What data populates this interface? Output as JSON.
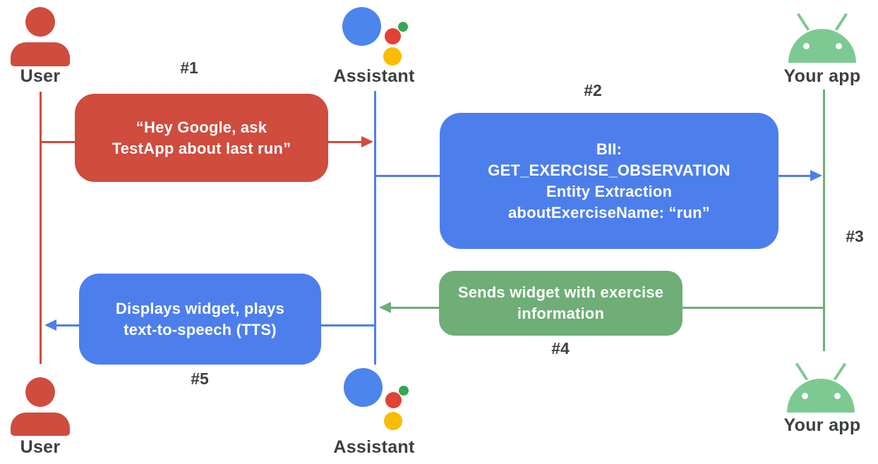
{
  "title": "App Actions sequence diagram",
  "colors": {
    "red": "#CF4C3E",
    "blue": "#4D7FEC",
    "green_box": "#6FAE76",
    "android_green": "#7CCA92",
    "assistant_blue": "#4C85EC",
    "assistant_red": "#E14235",
    "assistant_green": "#34A853",
    "assistant_yellow": "#F9BC05",
    "label_gray": "#3C4043"
  },
  "actors": {
    "user_top": "User",
    "assistant_top": "Assistant",
    "app_top": "Your app",
    "user_bottom": "User",
    "assistant_bottom": "Assistant",
    "app_bottom": "Your app"
  },
  "steps": {
    "s1": "#1",
    "s2": "#2",
    "s3": "#3",
    "s4": "#4",
    "s5": "#5"
  },
  "messages": {
    "m1": {
      "line1": "“Hey Google, ask",
      "line2": "TestApp about last run”"
    },
    "m2": {
      "line1": "BII:",
      "line2": "GET_EXERCISE_OBSERVATION",
      "line3": "Entity Extraction",
      "line4": "aboutExerciseName: “run”"
    },
    "m4": {
      "line1": "Sends widget with exercise",
      "line2": "information"
    },
    "m5": {
      "line1": "Displays widget, plays",
      "line2": "text-to-speech (TTS)"
    }
  }
}
